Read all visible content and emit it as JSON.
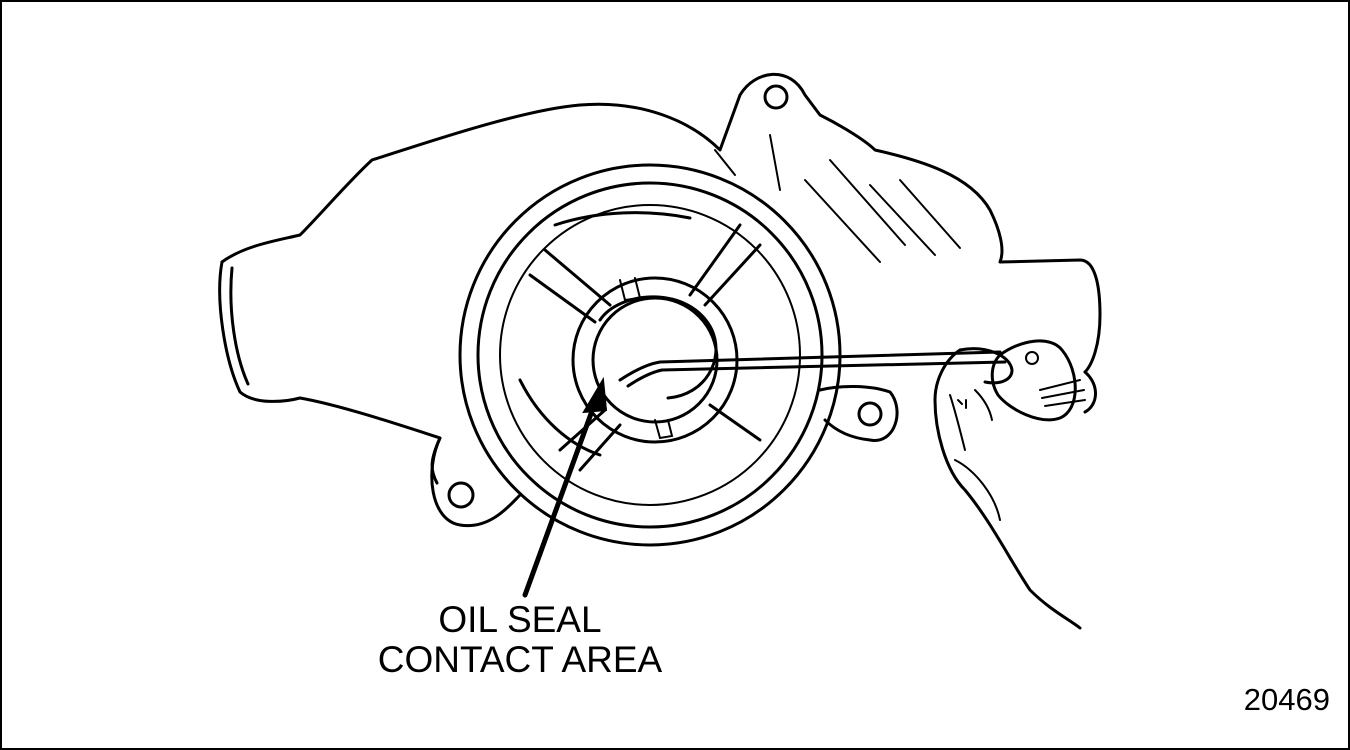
{
  "callout": {
    "line1": "OIL SEAL",
    "line2": "CONTACT AREA"
  },
  "figure_number": "20469",
  "colors": {
    "ink": "#000000",
    "paper": "#ffffff"
  }
}
